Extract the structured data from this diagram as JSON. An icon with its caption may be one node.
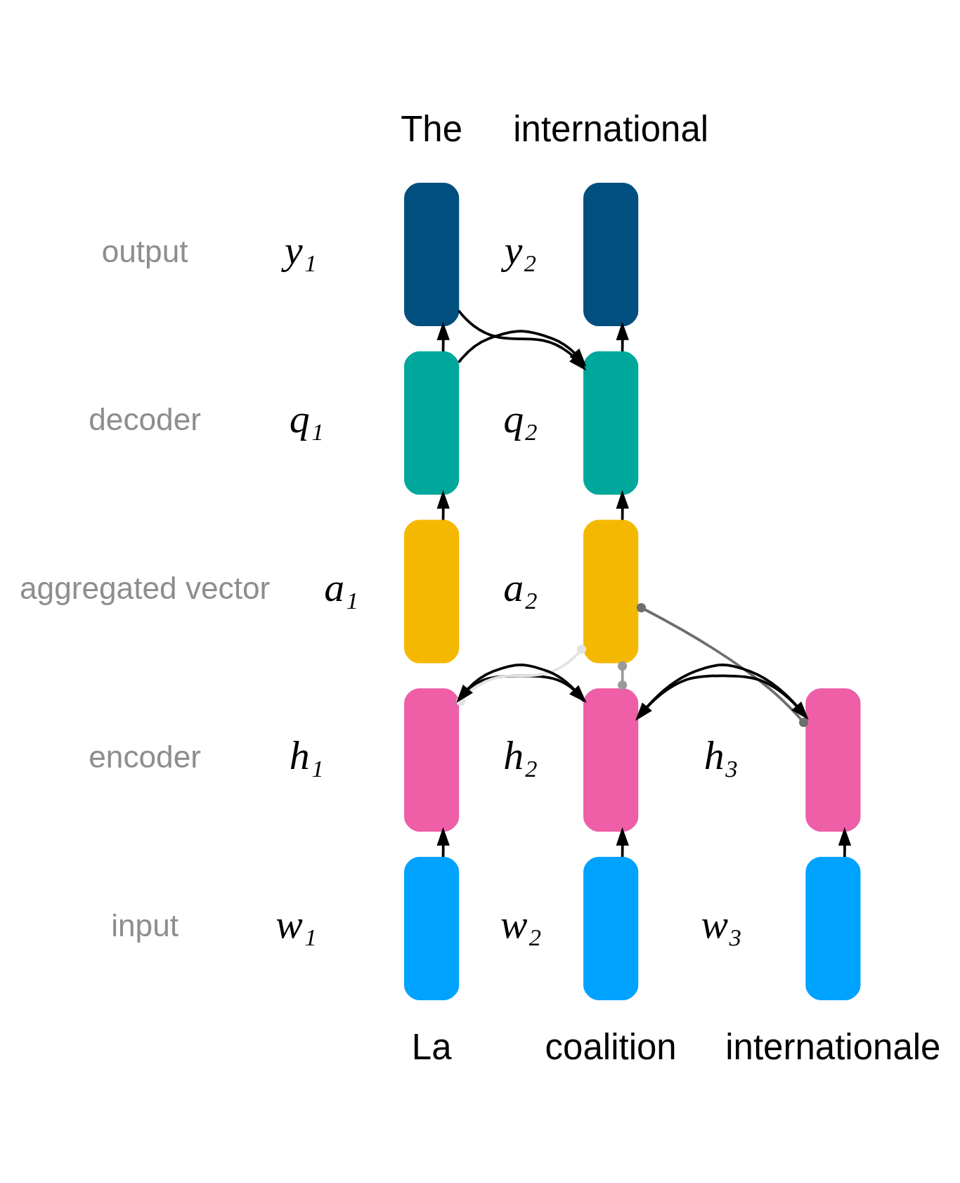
{
  "diagram": {
    "nodes": [
      {
        "text": [],
        "shape": "bar",
        "beside": [
          "The",
          "y₁"
        ]
      },
      {
        "text": [],
        "shape": "bar",
        "beside": [
          "international",
          "y₂"
        ]
      },
      {
        "text": [],
        "shape": "bar",
        "beside": [
          "q₁"
        ]
      },
      {
        "text": [],
        "shape": "bar",
        "beside": [
          "q₂"
        ]
      },
      {
        "text": [],
        "shape": "bar",
        "beside": [
          "a₁"
        ]
      },
      {
        "text": [],
        "shape": "bar",
        "beside": [
          "a₂"
        ]
      },
      {
        "text": [],
        "shape": "bar",
        "beside": [
          "h₁"
        ]
      },
      {
        "text": [],
        "shape": "bar",
        "beside": [
          "h₂"
        ]
      },
      {
        "text": [],
        "shape": "bar",
        "beside": [
          "h₃"
        ]
      },
      {
        "text": [],
        "shape": "bar",
        "beside": [
          "w₁",
          "La"
        ]
      },
      {
        "text": [],
        "shape": "bar",
        "beside": [
          "w₂",
          "coalition"
        ]
      },
      {
        "text": [],
        "shape": "bar",
        "beside": [
          "w₃",
          "internationale"
        ]
      }
    ],
    "edges": [
      {
        "from": 2,
        "to": 0,
        "arrow": "to"
      },
      {
        "from": 0,
        "to": 3,
        "arrow": "to"
      },
      {
        "from": 2,
        "to": 3,
        "arrow": "to"
      },
      {
        "from": 3,
        "to": 1,
        "arrow": "to"
      },
      {
        "from": 4,
        "to": 2,
        "arrow": "to"
      },
      {
        "from": 5,
        "to": 3,
        "arrow": "to"
      },
      {
        "from": 5,
        "to": 6,
        "arrow": "other",
        "color": "#e3e3e3"
      },
      {
        "from": 5,
        "to": 7,
        "arrow": "other",
        "color": "#9a9a9a"
      },
      {
        "from": 5,
        "to": 8,
        "arrow": "other",
        "color": "#6e6e6e"
      },
      {
        "from": 6,
        "to": 7,
        "arrow": "to"
      },
      {
        "from": 7,
        "to": 6,
        "arrow": "to"
      },
      {
        "from": 7,
        "to": 8,
        "arrow": "to"
      },
      {
        "from": 8,
        "to": 7,
        "arrow": "to"
      },
      {
        "from": 9,
        "to": 6,
        "arrow": "to"
      },
      {
        "from": 10,
        "to": 7,
        "arrow": "to"
      },
      {
        "from": 11,
        "to": 8,
        "arrow": "to"
      }
    ],
    "labels": [
      "output",
      "decoder",
      "aggregated vector",
      "encoder",
      "input"
    ]
  }
}
